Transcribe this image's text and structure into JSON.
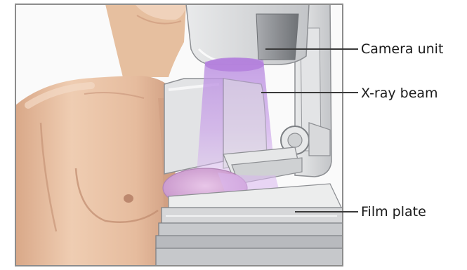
{
  "labels": {
    "camera_unit": "Camera unit",
    "xray_beam": "X-ray beam",
    "film_plate": "Film plate"
  },
  "colors": {
    "skin": "#e8c2a4",
    "skin_shadow": "#c9957a",
    "machine_gray": "#d2d3d4",
    "machine_dark": "#8e9094",
    "beam_purple": "#c9a0e6",
    "breast_purple": "#d4a9d8",
    "frame": "#8c8c8c"
  }
}
